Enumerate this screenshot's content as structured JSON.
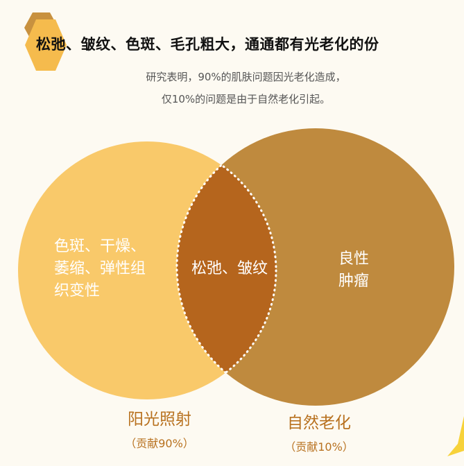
{
  "title": "松弛、皱纹、色斑、毛孔粗大，通通都有光老化的份",
  "subtitle_lines": [
    "研究表明，90%的肌肤问题因光老化造成，",
    "仅10%的问题是由于自然老化引起。"
  ],
  "left_circle": {
    "text_lines": [
      "色斑、干燥、",
      "萎缩、弹性组",
      "织变性"
    ],
    "label": "阳光照射",
    "contribution": "（贡献90%）",
    "color": "#f9c96a"
  },
  "right_circle": {
    "text_lines": [
      "良性",
      "肿瘤"
    ],
    "label": "自然老化",
    "contribution": "（贡献10%）",
    "color": "#bf8a3e"
  },
  "overlap": {
    "text": "松弛、皱纹",
    "color": "#b5651d"
  }
}
